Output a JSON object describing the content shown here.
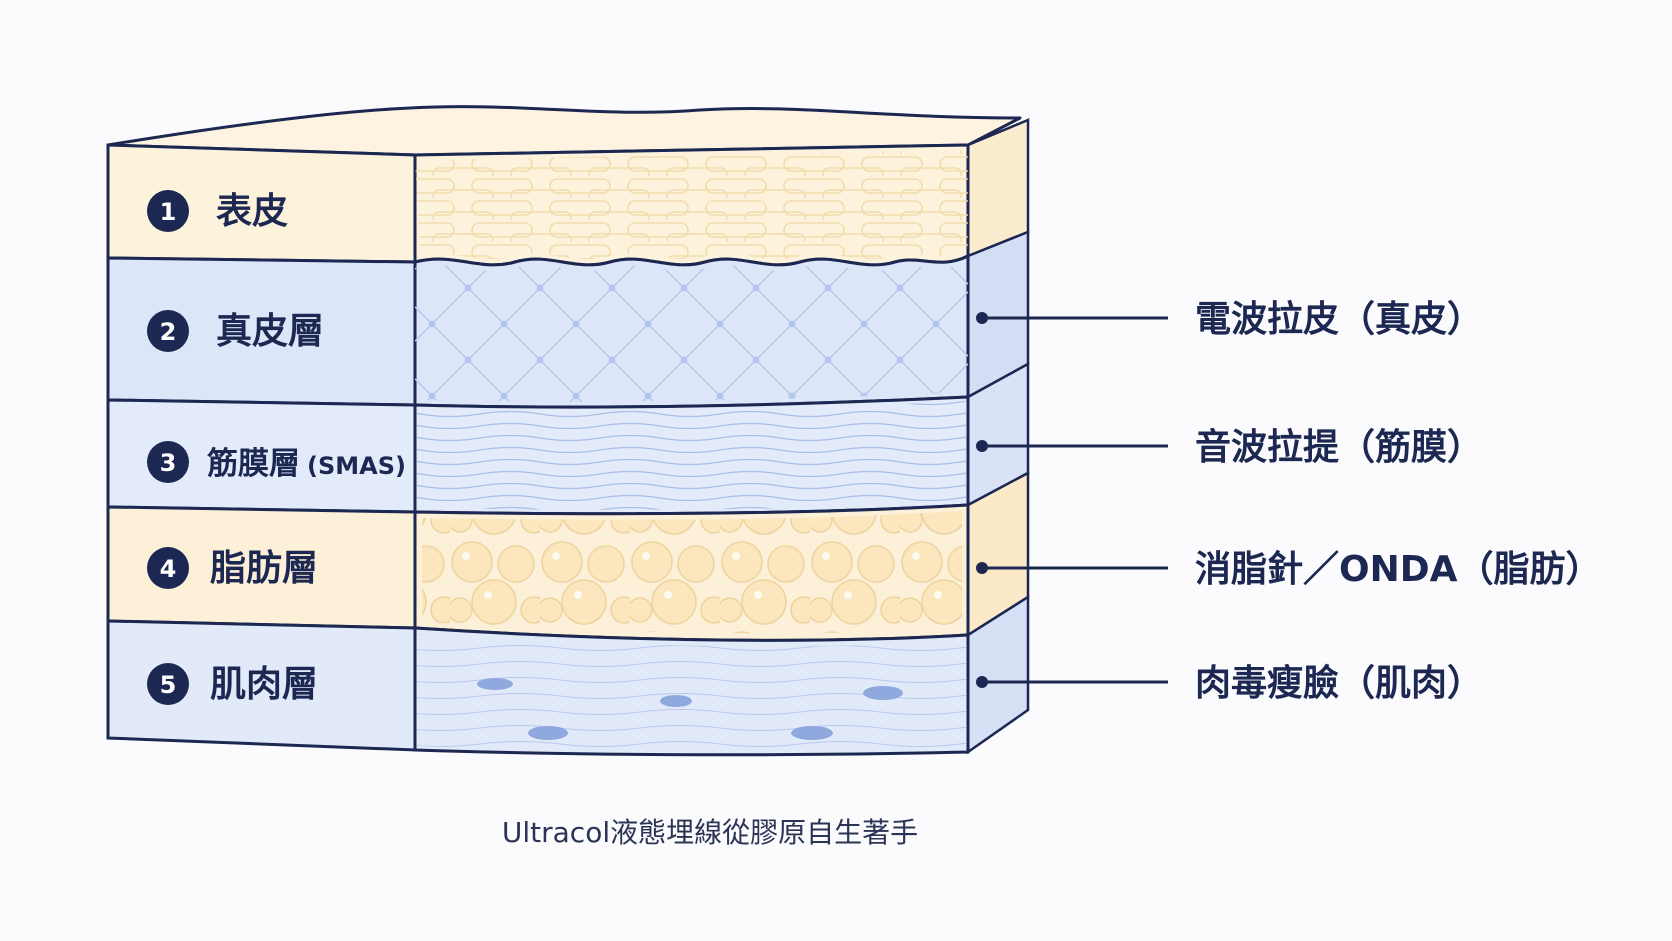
{
  "layers": [
    {
      "number": "1",
      "label": "表皮",
      "label_suffix": ""
    },
    {
      "number": "2",
      "label": "真皮層",
      "label_suffix": ""
    },
    {
      "number": "3",
      "label": "筋膜層",
      "label_suffix": "(SMAS)"
    },
    {
      "number": "4",
      "label": "脂肪層",
      "label_suffix": ""
    },
    {
      "number": "5",
      "label": "肌肉層",
      "label_suffix": ""
    }
  ],
  "treatments": [
    {
      "label": "電波拉皮（真皮）"
    },
    {
      "label": "音波拉提（筋膜）"
    },
    {
      "label": "消脂針／ONDA（脂肪）"
    },
    {
      "label": "肉毒瘦臉（肌肉）"
    }
  ],
  "caption": "Ultracol液態埋線從膠原自生著手",
  "colors": {
    "outline": "#1c2852",
    "epidermis": "#fdf2dc",
    "dermis": "#dde6f8",
    "smas": "#e3eafa",
    "fat": "#fdf0d8",
    "muscle": "#e2e9f9",
    "badge": "#1c2852"
  }
}
